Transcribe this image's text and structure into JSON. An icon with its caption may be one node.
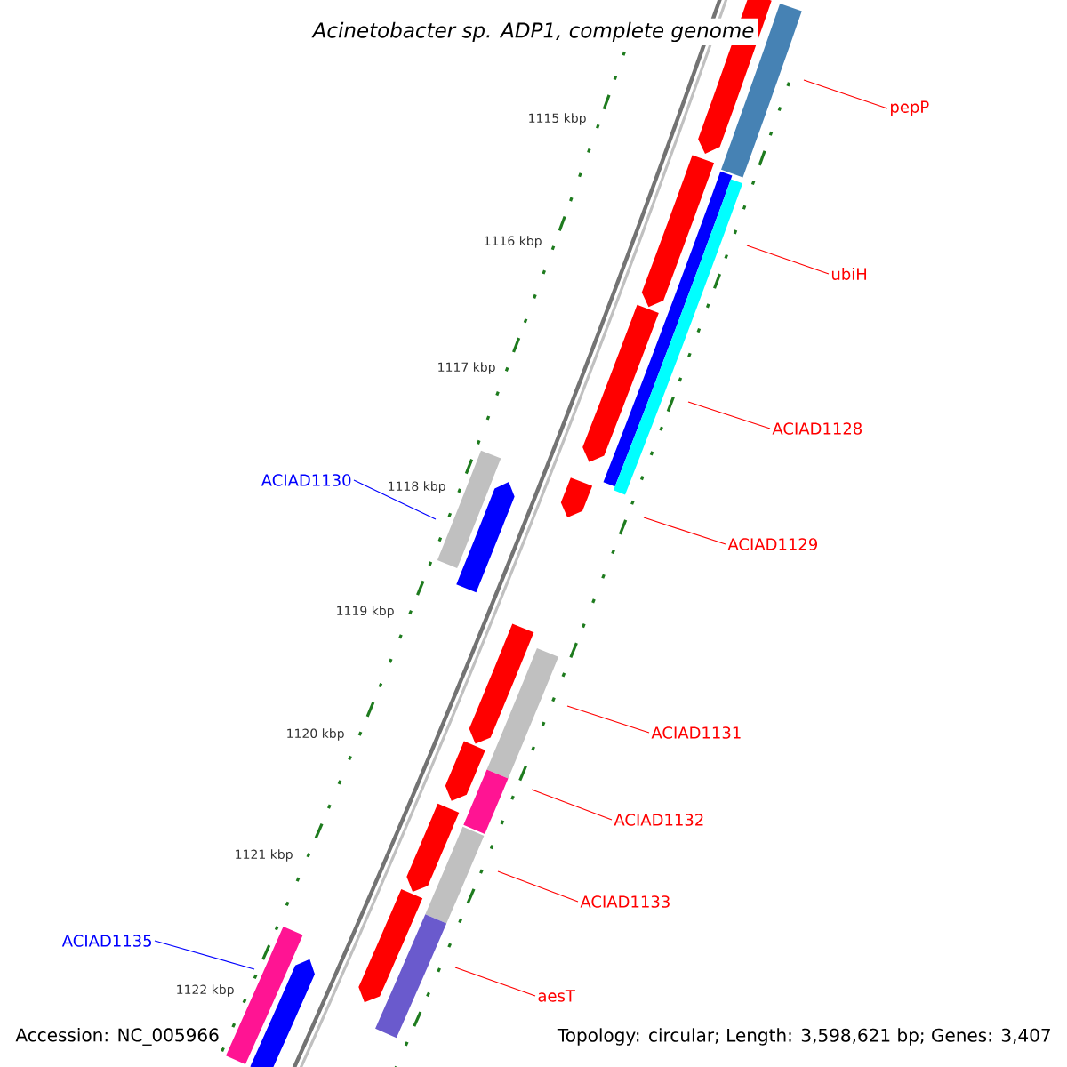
{
  "diagram": {
    "title": "Acinetobacter sp. ADP1, complete genome",
    "nodes": [
      {
        "text": [
          "pepP"
        ]
      },
      {
        "text": [
          "ubiH"
        ]
      },
      {
        "text": [
          "ACIAD1128"
        ]
      },
      {
        "text": [
          "ACIAD1130"
        ]
      },
      {
        "text": [
          "ACIAD1129"
        ]
      },
      {
        "text": [
          "ACIAD1131"
        ]
      },
      {
        "text": [
          "ACIAD1132"
        ]
      },
      {
        "text": [
          "ACIAD1133"
        ]
      },
      {
        "text": [
          "ACIAD1135"
        ]
      },
      {
        "text": [
          "aesT"
        ]
      }
    ],
    "edges": [
      {
        "from": 0,
        "to": null,
        "arrow": "none"
      },
      {
        "from": 1,
        "to": null,
        "arrow": "none"
      },
      {
        "from": 2,
        "to": null,
        "arrow": "none"
      },
      {
        "from": 3,
        "to": null,
        "arrow": "none",
        "color": "#0000ff"
      },
      {
        "from": 4,
        "to": null,
        "arrow": "none"
      },
      {
        "from": 5,
        "to": null,
        "arrow": "none"
      },
      {
        "from": 6,
        "to": null,
        "arrow": "none"
      },
      {
        "from": 7,
        "to": null,
        "arrow": "none"
      },
      {
        "from": 8,
        "to": null,
        "arrow": "none",
        "color": "#0000ff"
      },
      {
        "from": 9,
        "to": null,
        "arrow": "none"
      }
    ],
    "labels": [
      "1115 kbp",
      "1116 kbp",
      "1117 kbp",
      "1118 kbp",
      "1119 kbp",
      "1120 kbp",
      "1121 kbp",
      "1122 kbp",
      "Accession: NC_005966",
      "Topology: circular; Length: 3,598,621 bp; Genes: 3,407"
    ]
  }
}
